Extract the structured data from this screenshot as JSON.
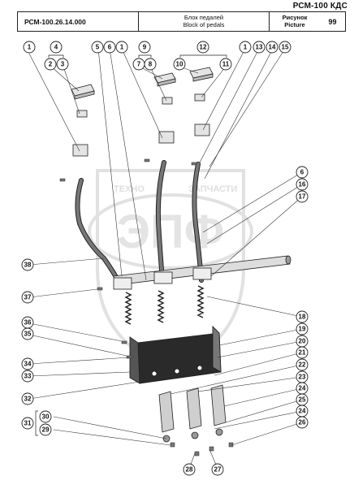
{
  "brand": "РСМ-100 КДС",
  "header": {
    "code": "РСМ-100.26.14.000",
    "title_ru": "Блок педалей",
    "title_en": "Block of pedals",
    "picture_ru": "Рисунок",
    "picture_en": "Picture",
    "picture_number": "99"
  },
  "watermark": {
    "top_left": "ТЕХНО",
    "top_right": "ЗАПЧАСТИ",
    "letters": "ЭПФ"
  },
  "callouts": [
    "1",
    "2",
    "3",
    "4",
    "5",
    "6",
    "1",
    "9",
    "7",
    "8",
    "10",
    "12",
    "11",
    "1",
    "13",
    "14",
    "15",
    "6",
    "16",
    "17",
    "38",
    "37",
    "18",
    "36",
    "35",
    "19",
    "20",
    "34",
    "21",
    "33",
    "22",
    "23",
    "32",
    "24",
    "25",
    "30",
    "24",
    "31",
    "29",
    "26",
    "28",
    "27"
  ],
  "colors": {
    "line": "#222222",
    "watermark": "#c9c9c9"
  }
}
